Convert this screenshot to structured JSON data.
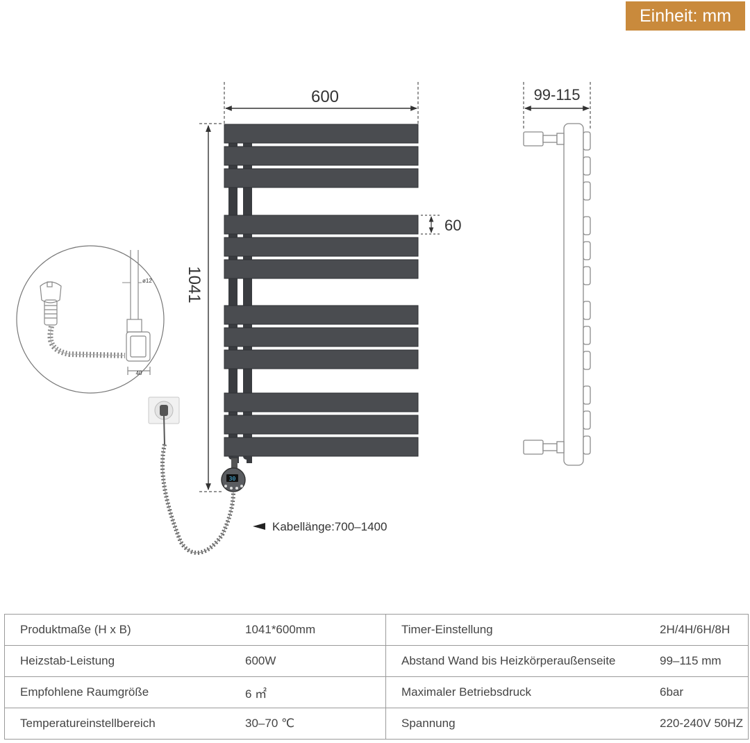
{
  "unit_badge": "Einheit: mm",
  "colors": {
    "badge": "#c98a3c",
    "radiator": "#4a4c50",
    "outline": "#8a8a8a"
  },
  "dimensions": {
    "width": "600",
    "height": "1041",
    "bar_height": "60",
    "depth": "99-115",
    "cable_length": "Kabellänge:700–1400",
    "pipe_diameter": "ø12",
    "element_width": "40"
  },
  "display_reading": "30",
  "specs": [
    {
      "label_left": "Produktmaße (H x B)",
      "value_left": "1041*600mm",
      "label_right": "Timer-Einstellung",
      "value_right": "2H/4H/6H/8H"
    },
    {
      "label_left": "Heizstab-Leistung",
      "value_left": "600W",
      "label_right": "Abstand Wand bis Heizkörperaußenseite",
      "value_right": "99–115 mm"
    },
    {
      "label_left": "Empfohlene Raumgröße",
      "value_left": "6 ㎡",
      "label_right": "Maximaler Betriebsdruck",
      "value_right": "6bar"
    },
    {
      "label_left": "Temperatureinstellbereich",
      "value_left": "30–70 ℃",
      "label_right": "Spannung",
      "value_right": "220-240V 50HZ"
    }
  ]
}
